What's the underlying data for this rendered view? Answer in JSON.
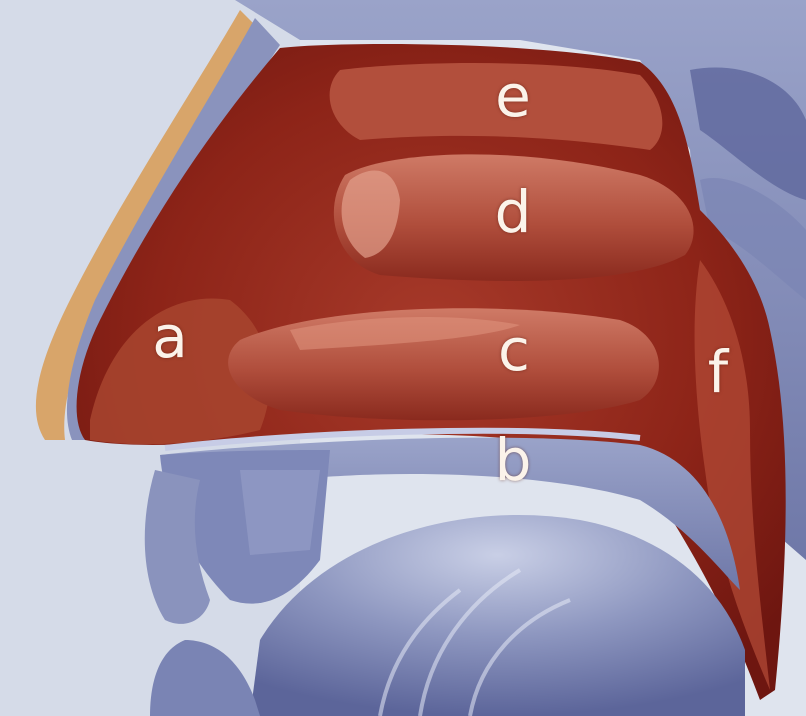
{
  "labels": {
    "a": "a",
    "b": "b",
    "c": "c",
    "d": "d",
    "e": "e",
    "f": "f"
  },
  "colors": {
    "background": "#d4dbe8",
    "bone": "#8e97c0",
    "bone_dark": "#5a6396",
    "mucosa": "#8a1e14",
    "mucosa_light": "#c05a48",
    "skin_edge": "#d8a56a",
    "label": "#fbf3ea"
  }
}
